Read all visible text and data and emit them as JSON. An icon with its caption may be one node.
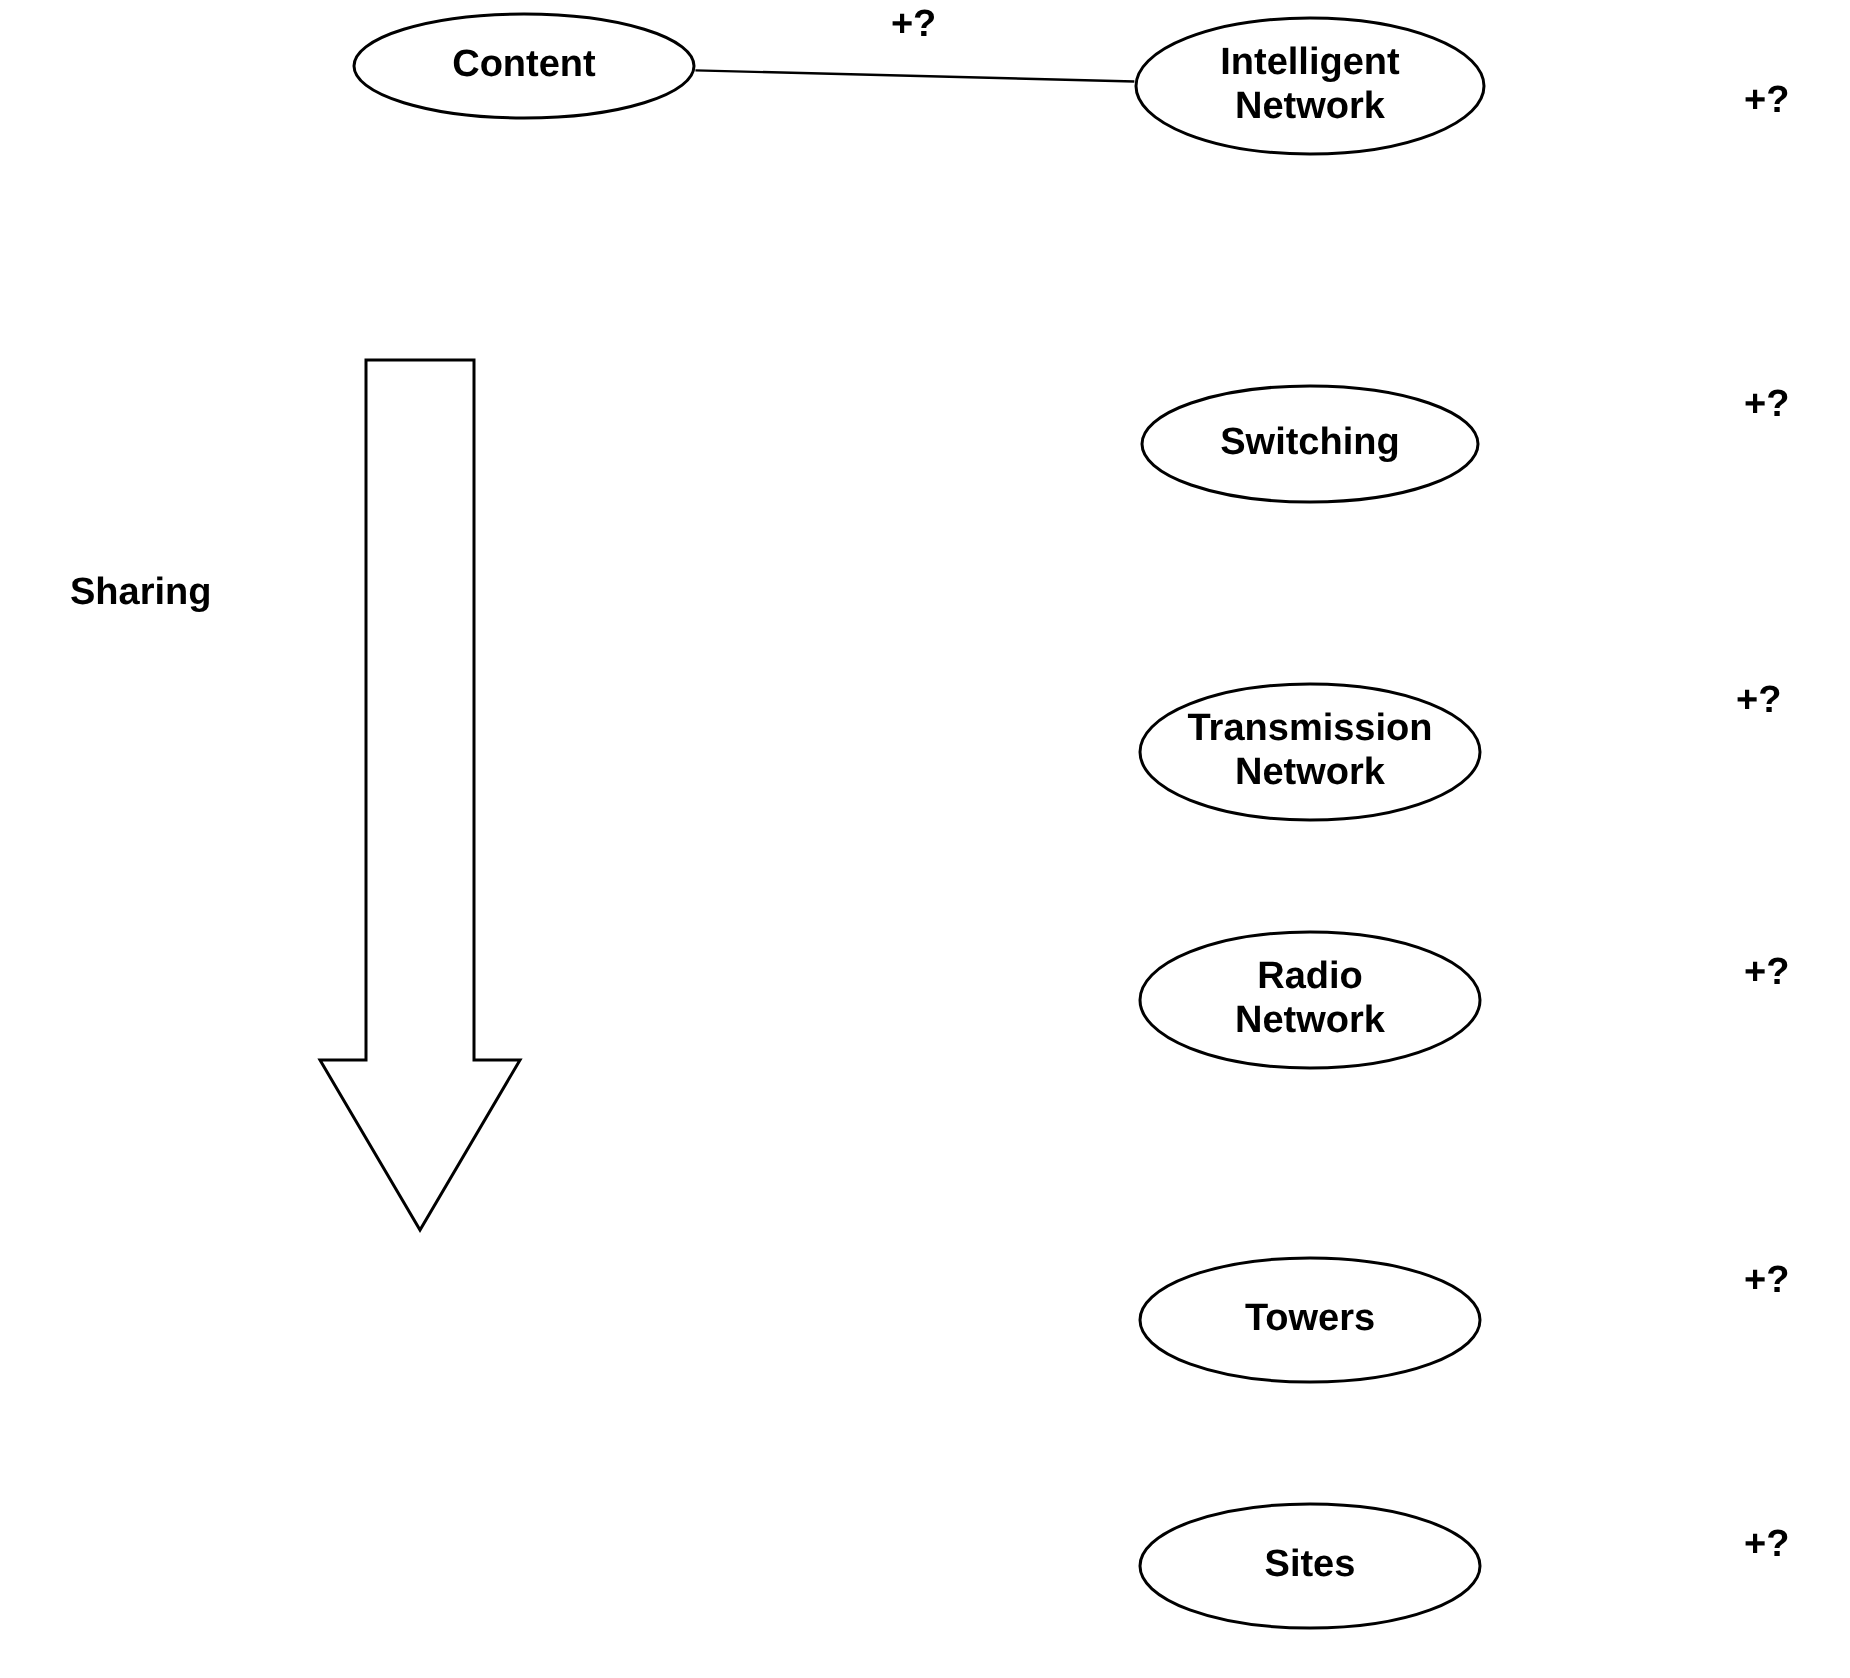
{
  "diagram": {
    "nodes": [
      {
        "text": [
          "Content"
        ]
      },
      {
        "text": [
          "Intelligent Network"
        ]
      },
      {
        "text": [
          "Switching"
        ]
      },
      {
        "text": [
          "Transmission Network"
        ]
      },
      {
        "text": [
          "Radio Network"
        ]
      },
      {
        "text": [
          "Towers"
        ]
      },
      {
        "text": [
          "Sites"
        ]
      }
    ],
    "edges": [
      {
        "from": 0,
        "to": 1,
        "arrow": "none",
        "label": "+?"
      }
    ],
    "labels": [
      "+?",
      "+?",
      "Sharing",
      "+?",
      "+?",
      "+?",
      "+?"
    ]
  }
}
